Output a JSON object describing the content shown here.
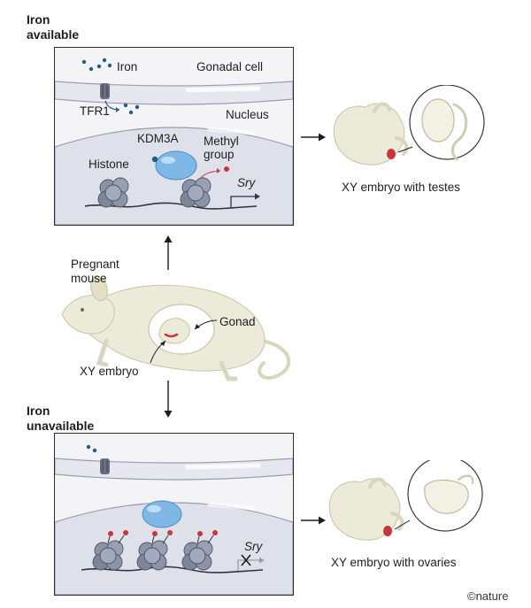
{
  "top_section": {
    "heading": "Iron\navailable",
    "labels": {
      "iron": "Iron",
      "gonadal_cell": "Gonadal cell",
      "tfr1": "TFR1",
      "nucleus": "Nucleus",
      "kdm3a": "KDM3A",
      "methyl_group": "Methyl\ngroup",
      "histone": "Histone",
      "sry": "Sry"
    },
    "outcome": "XY embryo with testes"
  },
  "middle_section": {
    "pregnant_mouse": "Pregnant\nmouse",
    "gonad": "Gonad",
    "xy_embryo": "XY embryo"
  },
  "bottom_section": {
    "heading": "Iron\nunavailable",
    "sry": "Sry",
    "outcome": "XY embryo with ovaries"
  },
  "credit": "©nature",
  "colors": {
    "iron_dot": "#1f5f86",
    "kdm3a": "#7fb8e6",
    "methyl": "#c9353b",
    "histone": "#8b93a6",
    "embryo": "#ecead8",
    "panel_bg": "#f4f4f6",
    "nucleus": "#dfe1ea"
  }
}
